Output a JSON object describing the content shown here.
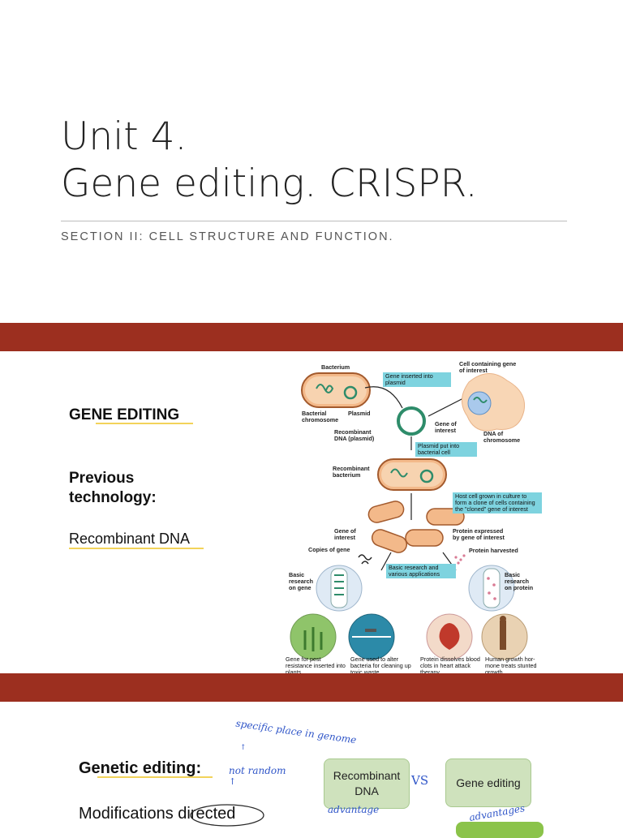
{
  "slide1": {
    "title_line1": "Unit 4.",
    "title_line2": "Gene editing. CRISPR.",
    "subtitle": "SECTION II: CELL STRUCTURE AND FUNCTION."
  },
  "slide2": {
    "heading": "GENE EDITING",
    "previous_line1": "Previous",
    "previous_line2": "technology:",
    "recombinant": "Recombinant DNA",
    "diagram": {
      "bacterium": "Bacterium",
      "cell_containing_line1": "Cell containing gene",
      "cell_containing_line2": "of interest",
      "step1": "Gene inserted into plasmid",
      "bacterial_chromosome_line1": "Bacterial",
      "bacterial_chromosome_line2": "chromosome",
      "plasmid": "Plasmid",
      "recombinant_dna_line1": "Recombinant",
      "recombinant_dna_line2": "DNA (plasmid)",
      "gene_of_interest_line1": "Gene of",
      "gene_of_interest_line2": "interest",
      "dna_of_chromosome_line1": "DNA of",
      "dna_of_chromosome_line2": "chromosome",
      "step2": "Plasmid put into bacterial cell",
      "recombinant_bacterium_line1": "Recombinant",
      "recombinant_bacterium_line2": "bacterium",
      "step3": "Host cell grown in culture to form a clone of cells containing the \"cloned\" gene of interest",
      "gene_of_interest2_line1": "Gene of",
      "gene_of_interest2_line2": "interest",
      "protein_expressed_line1": "Protein expressed",
      "protein_expressed_line2": "by gene of interest",
      "copies_of_gene": "Copies of gene",
      "protein_harvested": "Protein harvested",
      "step4": "Basic research and various applications",
      "basic_research_gene_line1": "Basic",
      "basic_research_gene_line2": "research",
      "basic_research_gene_line3": "on gene",
      "basic_research_protein_line1": "Basic",
      "basic_research_protein_line2": "research",
      "basic_research_protein_line3": "on protein",
      "caption1": "Gene for pest resistance inserted into plants",
      "caption2": "Gene used to alter bacteria for cleaning up toxic waste",
      "caption3": "Protein dissolves blood clots in heart attack therapy",
      "caption4": "Human growth hor- mone treats stunted growth"
    }
  },
  "slide3": {
    "heading": "Genetic editing:",
    "modifications": "Modifications directed",
    "box1": "Recombinant DNA",
    "box2": "Gene editing",
    "vs": "VS",
    "note_specific": "specific place in genome",
    "note_not_random": "not random",
    "note_advantage": "advantage",
    "note_advantages": "advantages"
  },
  "colors": {
    "accent_bar": "#9c2f1f",
    "highlight": "#f2d35a",
    "box": "#cfe2bd",
    "ink": "#2f55c8",
    "callout": "#7ed3df"
  }
}
